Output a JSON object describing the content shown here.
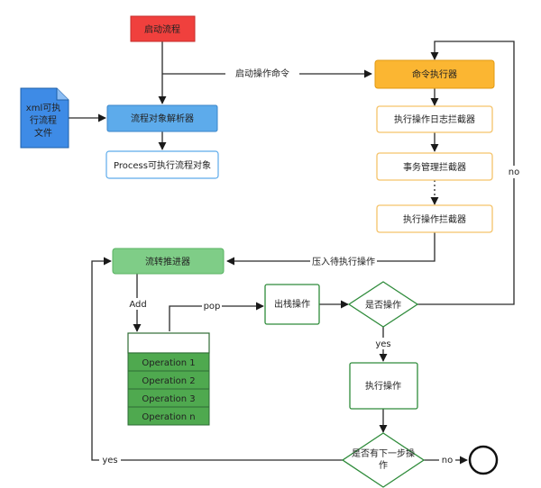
{
  "nodes": {
    "start": "启动流程",
    "xml_line1": "xml可执",
    "xml_line2": "行流程",
    "xml_line3": "文件",
    "parser": "流程对象解析器",
    "process_obj": "Process可执行流程对象",
    "cmd_exec": "命令执行器",
    "log_interceptor": "执行操作日志拦截器",
    "tx_interceptor": "事务管理拦截器",
    "exec_interceptor": "执行操作拦截器",
    "flow_engine": "流转推进器",
    "pop_node": "出栈操作",
    "is_op": "是否操作",
    "exec_op": "执行操作",
    "has_next_line1": "是否有下一步操",
    "has_next_line2": "作"
  },
  "stack": {
    "items": [
      "Operation 1",
      "Operation 2",
      "Operation 3",
      "Operation n"
    ]
  },
  "edges": {
    "start_cmd": "启动操作命令",
    "push": "压入待执行操作",
    "add": "Add",
    "pop": "pop",
    "yes_exec": "yes",
    "no_back": "no",
    "yes_loop": "yes",
    "no_end": "no"
  },
  "colors": {
    "red": "#f0403d",
    "blue": "#5dabeb",
    "orange": "#fbb632",
    "green": "#7fcd87",
    "green_border": "#2e8b3a",
    "stack_green": "#4fa94f"
  }
}
